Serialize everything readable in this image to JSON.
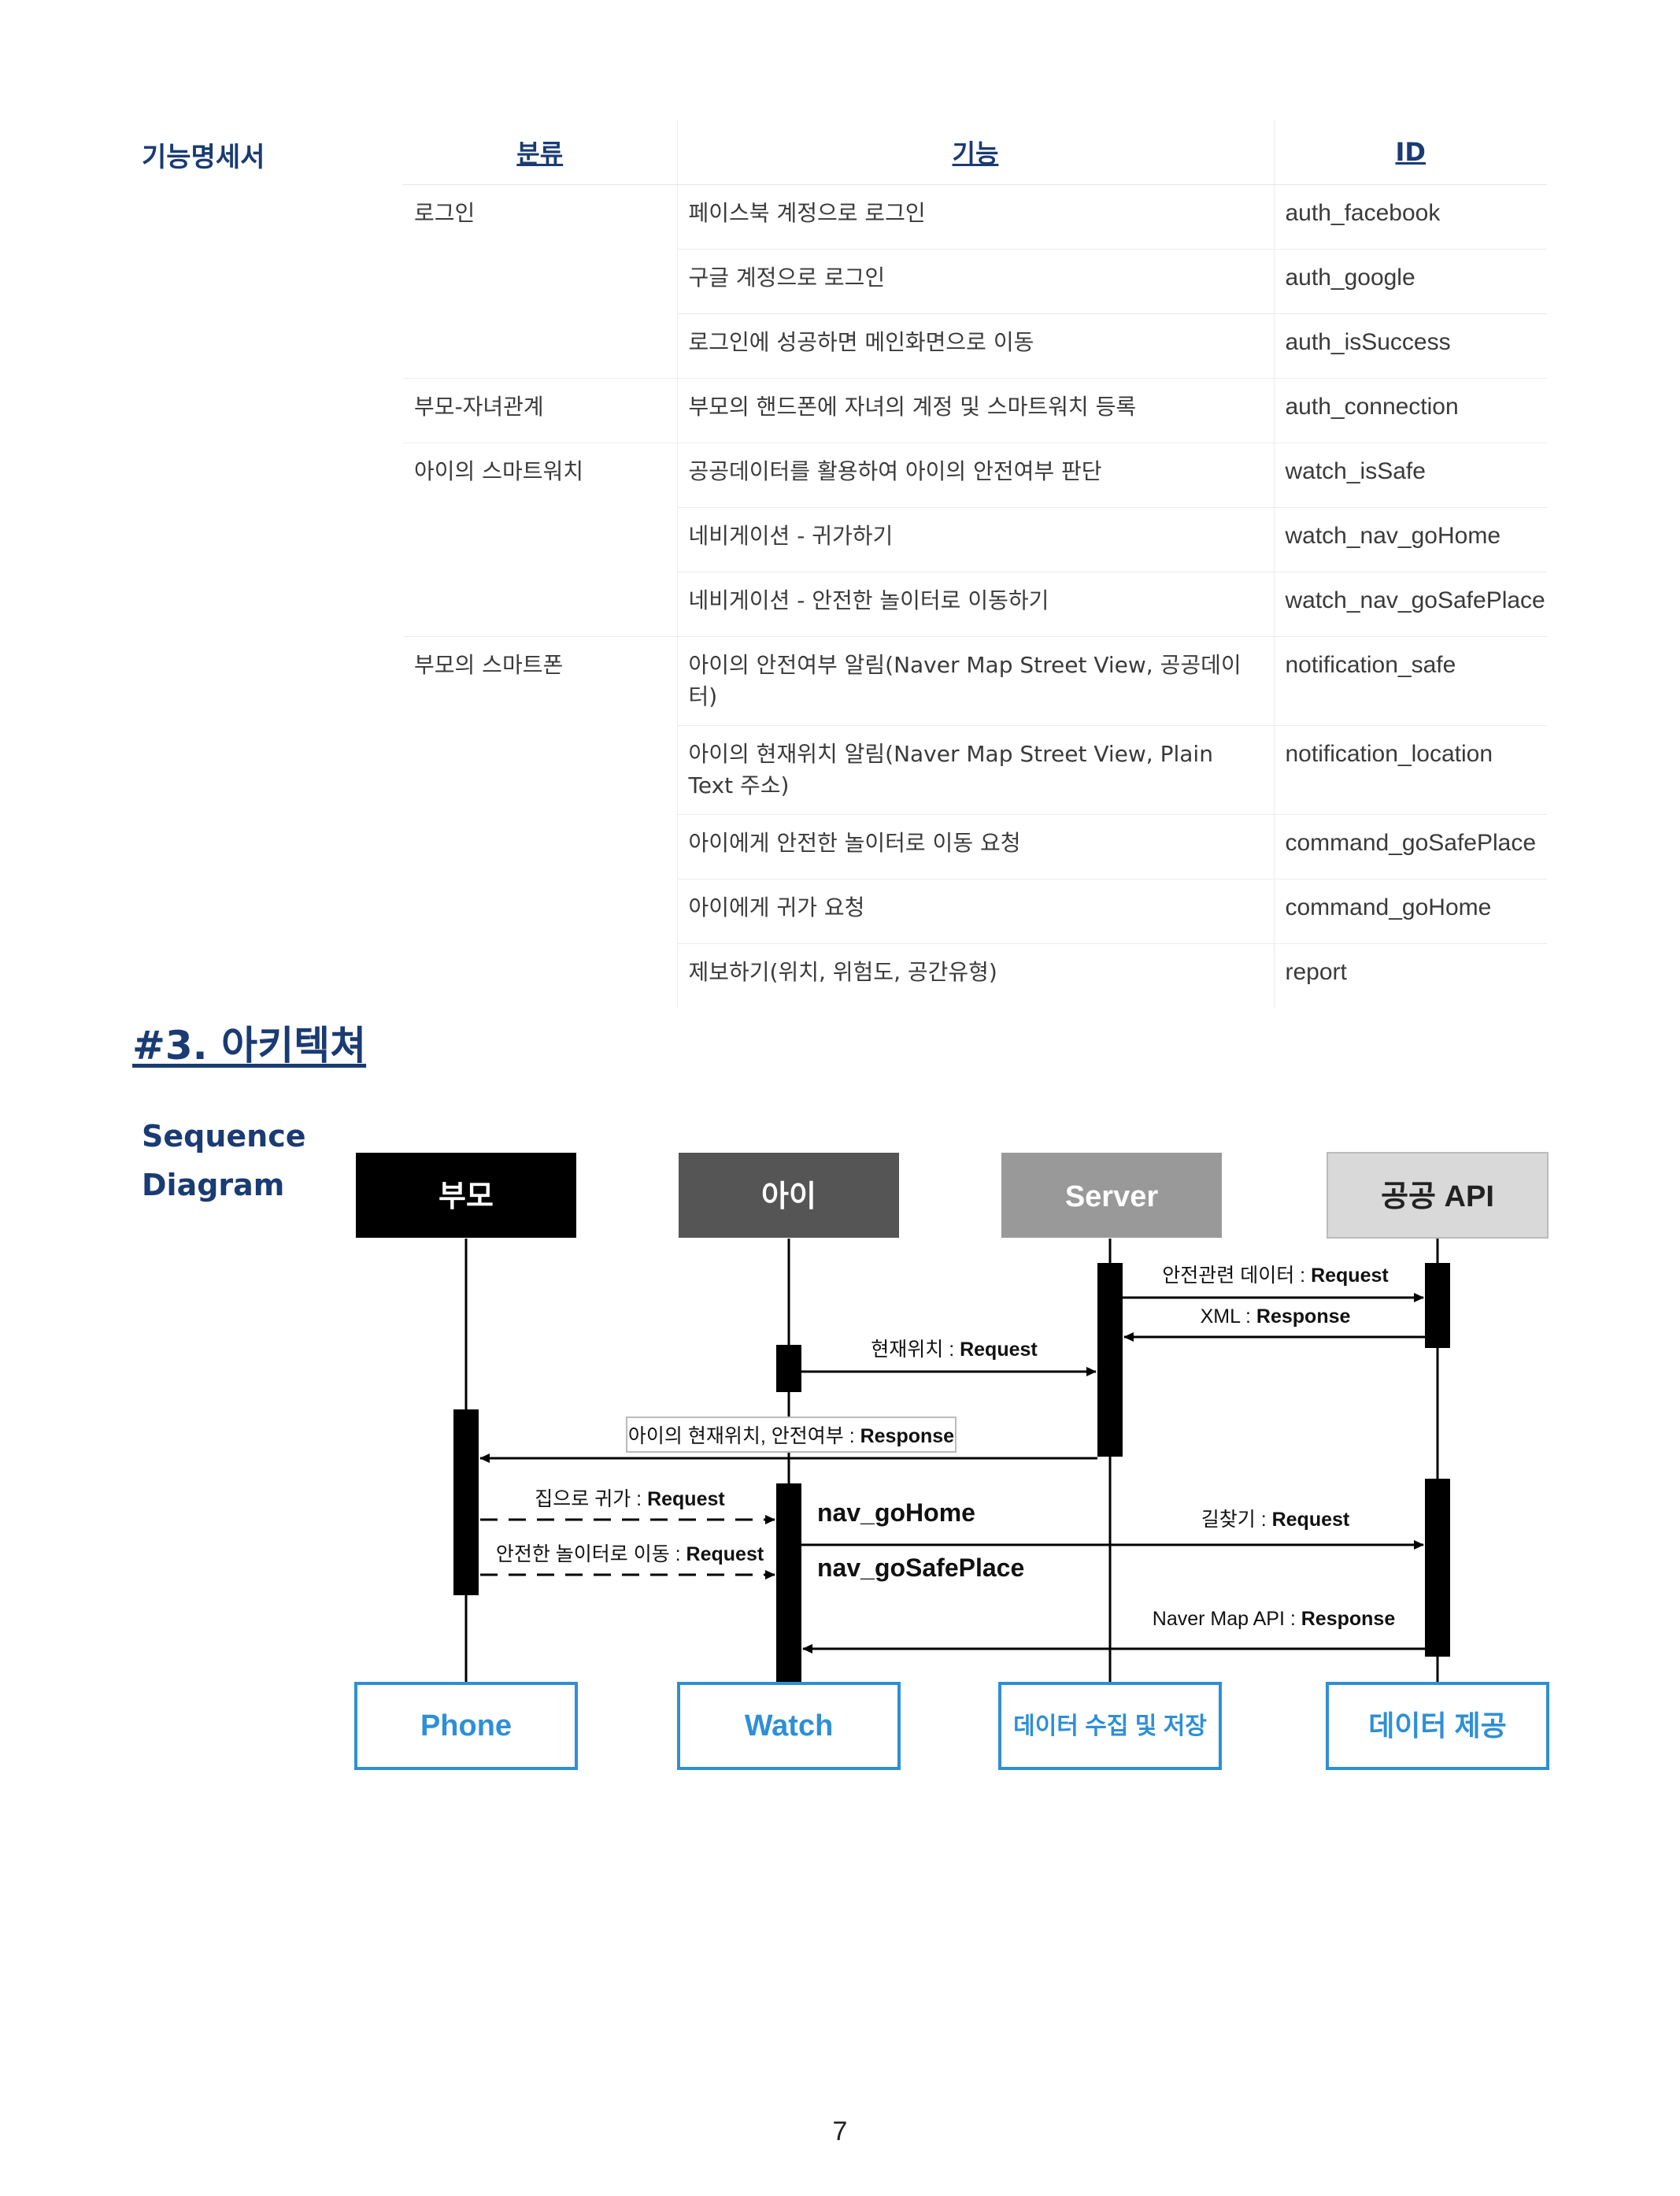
{
  "spec": {
    "label": "기능명세서",
    "headers": [
      "분류",
      "기능",
      "ID"
    ],
    "rows": [
      {
        "category": "로그인",
        "feature": "페이스북 계정으로 로그인",
        "id": "auth_facebook"
      },
      {
        "category": "",
        "feature": "구글 계정으로 로그인",
        "id": "auth_google"
      },
      {
        "category": "",
        "feature": "로그인에 성공하면 메인화면으로 이동",
        "id": "auth_isSuccess"
      },
      {
        "category": "부모-자녀관계",
        "feature": "부모의 핸드폰에 자녀의 계정 및 스마트워치 등록",
        "id": "auth_connection"
      },
      {
        "category": "아이의 스마트워치",
        "feature": "공공데이터를 활용하여 아이의 안전여부 판단",
        "id": "watch_isSafe"
      },
      {
        "category": "",
        "feature": "네비게이션 - 귀가하기",
        "id": "watch_nav_goHome"
      },
      {
        "category": "",
        "feature": "네비게이션 - 안전한 놀이터로 이동하기",
        "id": "watch_nav_goSafePlace"
      },
      {
        "category": "부모의 스마트폰",
        "feature": "아이의 안전여부 알림(Naver Map Street View, 공공데이터)",
        "id": "notification_safe"
      },
      {
        "category": "",
        "feature": "아이의 현재위치 알림(Naver Map Street View, Plain Text 주소)",
        "id": "notification_location"
      },
      {
        "category": "",
        "feature": "아이에게 안전한 놀이터로 이동 요청",
        "id": "command_goSafePlace"
      },
      {
        "category": "",
        "feature": "아이에게 귀가 요청",
        "id": "command_goHome"
      },
      {
        "category": "",
        "feature": "제보하기(위치, 위험도, 공간유형)",
        "id": "report"
      }
    ]
  },
  "section": {
    "title": "#3. 아키텍쳐"
  },
  "diagram": {
    "label_line1": "Sequence",
    "label_line2": "Diagram",
    "actors_top": [
      "부모",
      "아이",
      "Server",
      "공공 API"
    ],
    "actors_bottom": [
      "Phone",
      "Watch",
      "데이터 수집 및 저장",
      "데이터 제공"
    ],
    "messages": {
      "m1_text": "안전관련 데이터 : ",
      "m1_kind": "Request",
      "m2_text": "XML : ",
      "m2_kind": "Response",
      "m3_text": "현재위치 : ",
      "m3_kind": "Request",
      "m4_text": "아이의 현재위치, 안전여부 : ",
      "m4_kind": "Response",
      "m5_text": "집으로 귀가 : ",
      "m5_kind": "Request",
      "m6_text": "안전한 놀이터로 이동 : ",
      "m6_kind": "Request",
      "m7_text": "길찾기 : ",
      "m7_kind": "Request",
      "m8_text": "Naver Map API : ",
      "m8_kind": "Response"
    },
    "watch_functions": [
      "nav_goHome",
      "nav_goSafePlace"
    ],
    "colors": {
      "parent": "#000000",
      "child": "#555555",
      "server": "#999999",
      "api": "#d9d9d9",
      "bottom_box": "#2e8fd6"
    }
  },
  "page_number": "7"
}
